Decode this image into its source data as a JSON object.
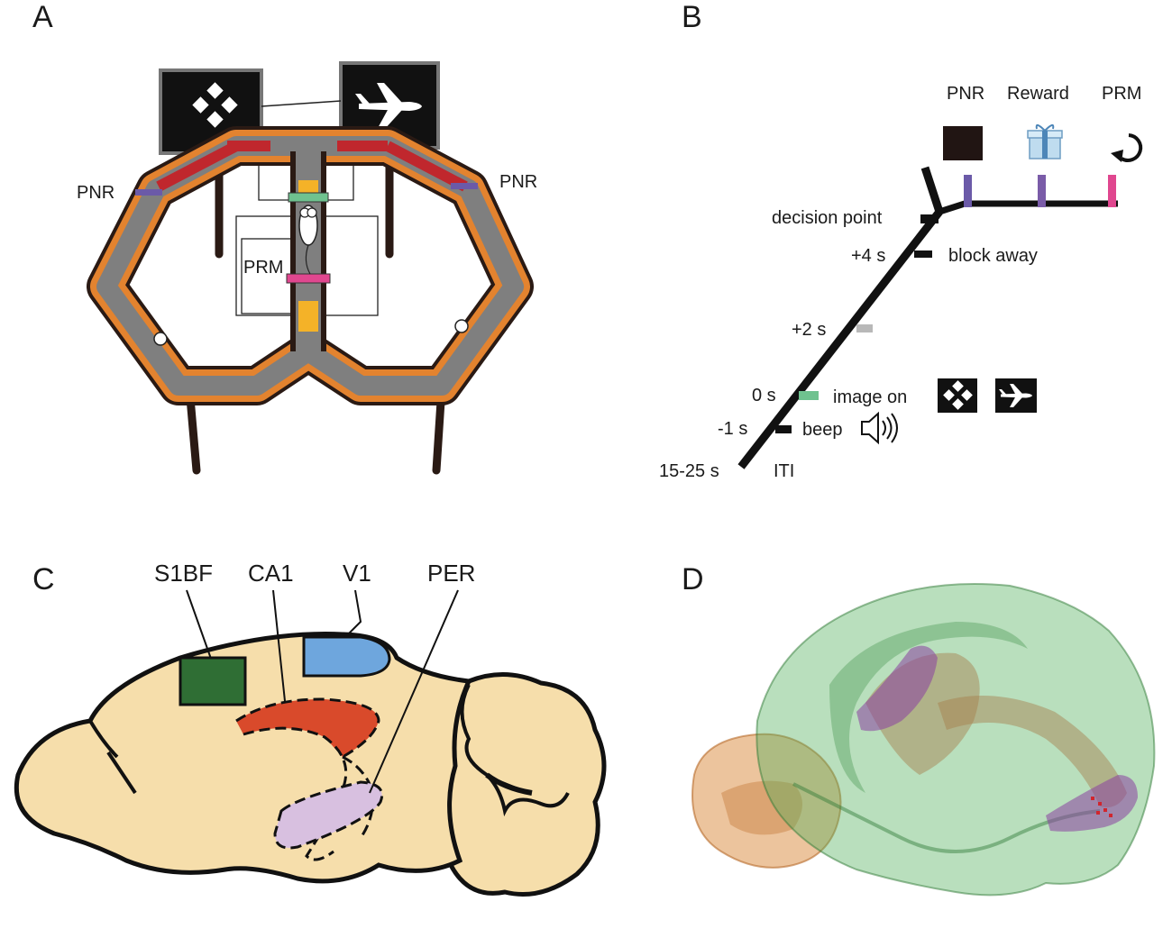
{
  "panels": {
    "a": {
      "letter": "A",
      "pnr_left": "PNR",
      "pnr_right": "PNR",
      "prm": "PRM",
      "icons": [
        "diamond-pattern-icon",
        "airplane-icon"
      ],
      "colors": {
        "track": "#7f7f7f",
        "rail": "#e3832f",
        "red_segment": "#c0272d",
        "pnr_marker": "#6b5aa8",
        "prm_marker": "#e0478f",
        "start_box": "#f4b228",
        "image_on_marker": "#6fc28f"
      }
    },
    "b": {
      "letter": "B",
      "header_pnr": "PNR",
      "header_reward": "Reward",
      "header_prm": "PRM",
      "decision_point": "decision point",
      "t_plus4": "+4 s",
      "block_away": "block away",
      "t_plus2": "+2 s",
      "t_zero": "0 s",
      "image_on": "image on",
      "t_minus1": "-1 s",
      "beep": "beep",
      "iti_range": "15-25 s",
      "iti": "ITI",
      "icons": [
        "gift-icon",
        "rotate-arrow-icon",
        "speaker-icon",
        "diamond-pattern-icon",
        "airplane-icon"
      ]
    },
    "c": {
      "letter": "C",
      "s1bf": "S1BF",
      "ca1": "CA1",
      "v1": "V1",
      "per": "PER",
      "colors": {
        "brain": "#f6deab",
        "s1bf": "#2f6e34",
        "ca1": "#d94a2b",
        "v1": "#6ea6dd",
        "per": "#d8c0e0"
      }
    },
    "d": {
      "letter": "D",
      "colors": {
        "green_volume": "#4fb05a",
        "orange_volume": "#d98a3c",
        "purple_region": "#8a3fa0"
      }
    }
  }
}
